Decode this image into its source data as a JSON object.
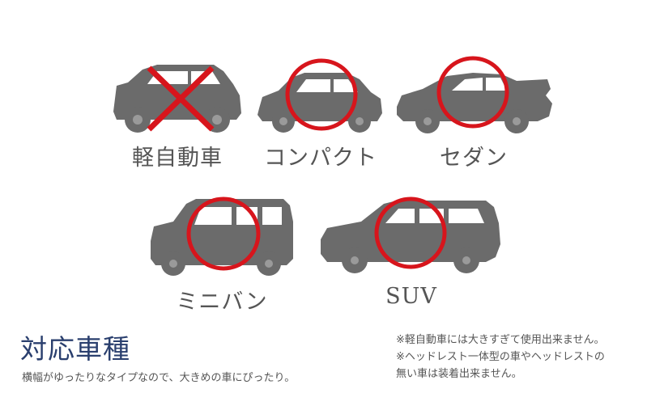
{
  "vehicles": [
    {
      "label": "軽自動車",
      "status": "not-supported",
      "mark": "cross"
    },
    {
      "label": "コンパクト",
      "status": "supported",
      "mark": "circle"
    },
    {
      "label": "セダン",
      "status": "supported",
      "mark": "circle"
    },
    {
      "label": "ミニバン",
      "status": "supported",
      "mark": "circle"
    },
    {
      "label": "SUV",
      "status": "supported",
      "mark": "circle"
    }
  ],
  "section": {
    "title": "対応車種",
    "description": "横幅がゆったりなタイプなので、大きめの車にぴったり。"
  },
  "notes": [
    "※軽自動車には大きすぎて使用出来ません。",
    "※ヘッドレスト一体型の車やヘッドレストの",
    "無い車は装着出来ません。"
  ],
  "colors": {
    "car_body": "#6b6b6b",
    "mark_red": "#d7151c",
    "title_navy": "#2a3f6e",
    "text_gray": "#555555"
  }
}
